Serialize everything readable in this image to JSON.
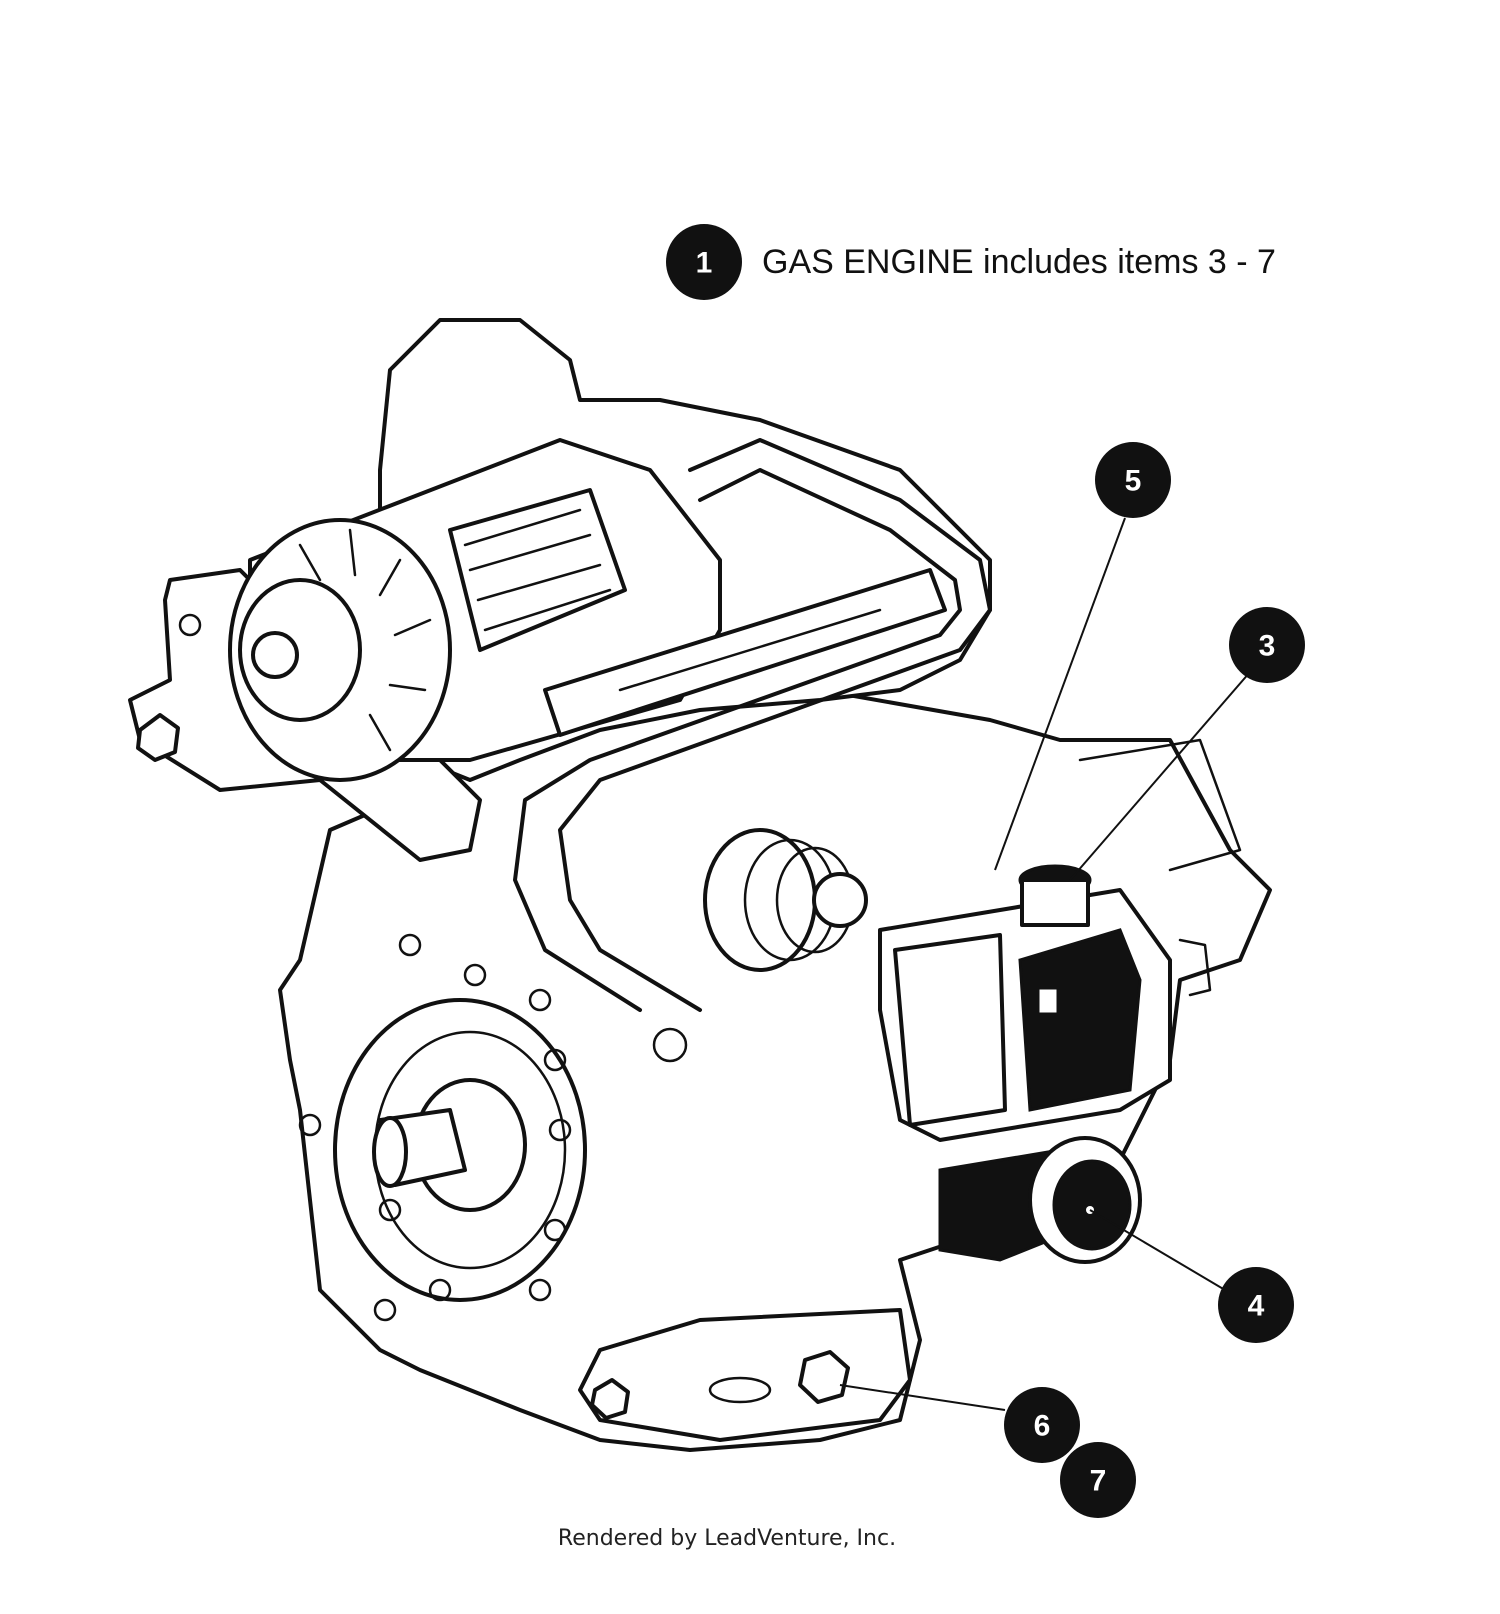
{
  "legend": {
    "number": "1",
    "text": "GAS ENGINE includes items 3 - 7"
  },
  "callouts": [
    {
      "number": "5"
    },
    {
      "number": "3"
    },
    {
      "number": "4"
    },
    {
      "number": "6"
    },
    {
      "number": "7"
    }
  ],
  "credit": "Rendered by LeadVenture, Inc.",
  "colors": {
    "bubble": "#111111",
    "line": "#111111",
    "background": "#ffffff"
  }
}
